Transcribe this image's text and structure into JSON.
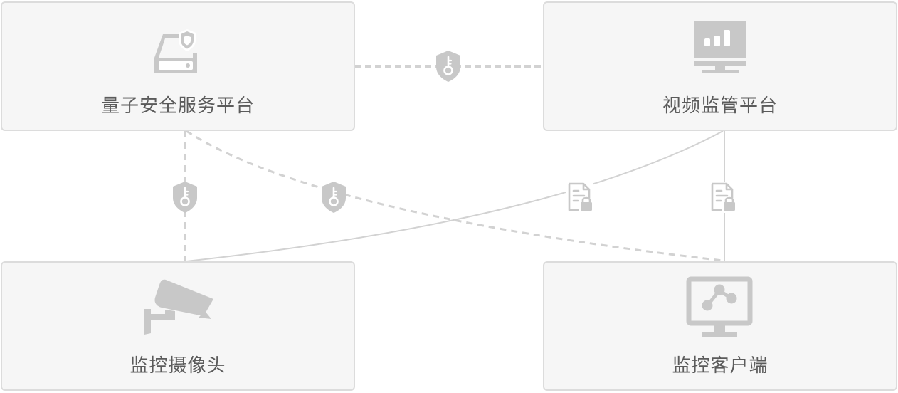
{
  "nodes": {
    "quantum_security_service_platform": {
      "label": "量子安全服务平台",
      "icon": "server-shield-icon"
    },
    "video_surveillance_platform": {
      "label": "视频监管平台",
      "icon": "monitor-chart-icon"
    },
    "surveillance_camera": {
      "label": "监控摄像头",
      "icon": "security-camera-icon"
    },
    "monitoring_client": {
      "label": "监控客户端",
      "icon": "monitor-network-icon"
    }
  },
  "connections": [
    {
      "from": "quantum_security_service_platform",
      "to": "video_surveillance_platform",
      "style": "dashed",
      "icon": "key-shield-icon"
    },
    {
      "from": "quantum_security_service_platform",
      "to": "surveillance_camera",
      "style": "dashed",
      "icon": "key-shield-icon"
    },
    {
      "from": "quantum_security_service_platform",
      "to": "monitoring_client",
      "style": "dashed",
      "icon": "key-shield-icon"
    },
    {
      "from": "video_surveillance_platform",
      "to": "surveillance_camera",
      "style": "solid",
      "icon": "locked-document-icon"
    },
    {
      "from": "video_surveillance_platform",
      "to": "monitoring_client",
      "style": "solid",
      "icon": "locked-document-icon"
    }
  ],
  "colors": {
    "box_fill": "#f6f6f6",
    "box_border": "#dcdcdc",
    "icon": "#c8c8c8",
    "line": "#d2d2d2",
    "text": "#5b5b5b"
  }
}
